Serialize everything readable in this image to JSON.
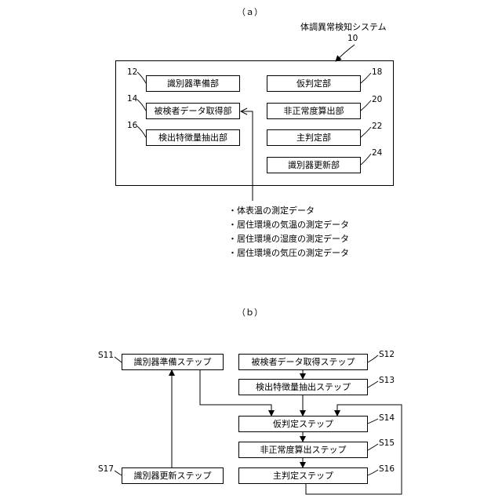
{
  "figure_a": {
    "label": "（ａ）",
    "system_title": "体調異常検知システム",
    "system_ref": "10",
    "units": [
      {
        "ref": "12",
        "label": "識別器準備部"
      },
      {
        "ref": "14",
        "label": "被検者データ取得部"
      },
      {
        "ref": "16",
        "label": "検出特徴量抽出部"
      },
      {
        "ref": "18",
        "label": "仮判定部"
      },
      {
        "ref": "20",
        "label": "非正常度算出部"
      },
      {
        "ref": "22",
        "label": "主判定部"
      },
      {
        "ref": "24",
        "label": "識別器更新部"
      }
    ],
    "input_data": [
      "・体表温の測定データ",
      "・居住環境の気温の測定データ",
      "・居住環境の湿度の測定データ",
      "・居住環境の気圧の測定データ"
    ]
  },
  "figure_b": {
    "label": "（ｂ）",
    "steps": [
      {
        "ref": "S11",
        "label": "識別器準備ステップ"
      },
      {
        "ref": "S12",
        "label": "被検者データ取得ステップ"
      },
      {
        "ref": "S13",
        "label": "検出特徴量抽出ステップ"
      },
      {
        "ref": "S14",
        "label": "仮判定ステップ"
      },
      {
        "ref": "S15",
        "label": "非正常度算出ステップ"
      },
      {
        "ref": "S16",
        "label": "主判定ステップ"
      },
      {
        "ref": "S17",
        "label": "識別器更新ステップ"
      }
    ]
  }
}
